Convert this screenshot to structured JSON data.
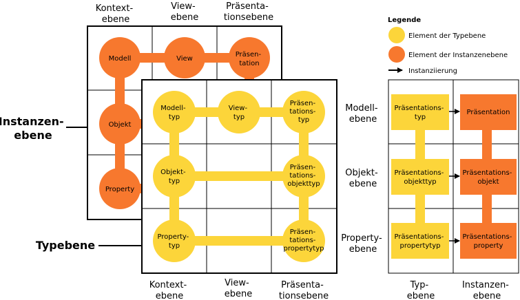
{
  "colors": {
    "type": "#fcd53a",
    "instance": "#f7782e",
    "line": "#000000"
  },
  "instance_plane": {
    "label_line1": "Instanzen-",
    "label_line2": "ebene",
    "top_headers": [
      [
        "Kontext-",
        "ebene"
      ],
      [
        "View-",
        "ebene"
      ],
      [
        "Präsenta-",
        "tionsebene"
      ]
    ],
    "nodes": {
      "modell": [
        "Modell"
      ],
      "view": [
        "View"
      ],
      "praesentation": [
        "Präsen-",
        "tation"
      ],
      "objekt": [
        "Objekt"
      ],
      "property": [
        "Property"
      ]
    }
  },
  "type_plane": {
    "label": "Typebene",
    "bottom_headers": [
      [
        "Kontext-",
        "ebene"
      ],
      [
        "View-",
        "ebene"
      ],
      [
        "Präsenta-",
        "tionsebene"
      ]
    ],
    "nodes": {
      "modelltyp": [
        "Modell-",
        "typ"
      ],
      "viewtyp": [
        "View-",
        "typ"
      ],
      "praesentationstyp": [
        "Präsen-",
        "tations-",
        "typ"
      ],
      "objekttyp": [
        "Objekt-",
        "typ"
      ],
      "praesentationsobjekttyp": [
        "Präsen-",
        "tations-",
        "objekttyp"
      ],
      "propertytyp": [
        "Property-",
        "typ"
      ],
      "praesentationspropertytyp": [
        "Präsen-",
        "tations-",
        "propertytyp"
      ]
    }
  },
  "legend": {
    "title": "Legende",
    "type_item": "Element der Typebene",
    "instance_item": "Element der Instanzenebene",
    "arrow_item": "Instanziierung"
  },
  "right_panel": {
    "row_labels": [
      [
        "Modell-",
        "ebene"
      ],
      [
        "Objekt-",
        "ebene"
      ],
      [
        "Property-",
        "ebene"
      ]
    ],
    "column_labels": [
      [
        "Typ-",
        "ebene"
      ],
      [
        "Instanzen-",
        "ebene"
      ]
    ],
    "type_boxes": [
      [
        "Präsentations-",
        "typ"
      ],
      [
        "Präsentations-",
        "objekttyp"
      ],
      [
        "Präsentations-",
        "propertytyp"
      ]
    ],
    "instance_boxes": [
      [
        "Präsentation"
      ],
      [
        "Präsentations-",
        "objekt"
      ],
      [
        "Präsentations-",
        "property"
      ]
    ]
  }
}
